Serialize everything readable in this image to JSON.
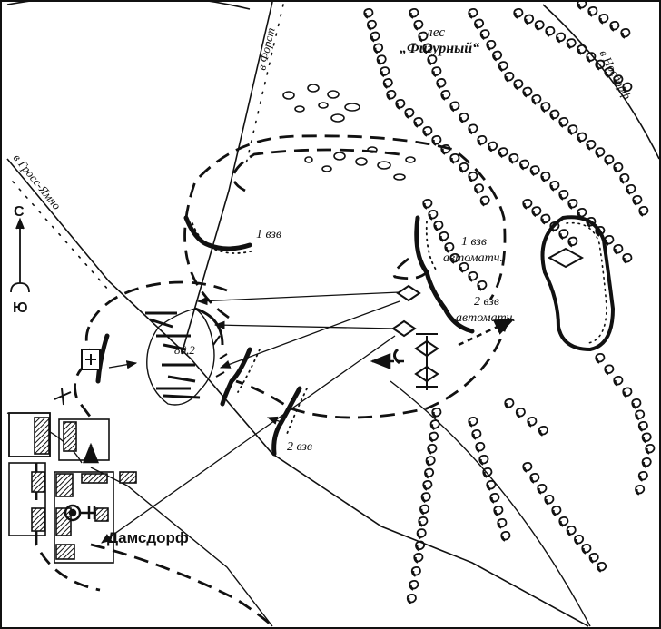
{
  "map": {
    "forest_label_1": "лес",
    "forest_label_2": "„Фигурный“",
    "road_forst": "в Форст",
    "road_gross_jamno": "в Гросс-Ямно",
    "road_nosdorf": "в Носдорф",
    "north_letter": "С",
    "south_letter": "Ю",
    "height_mark": "86,2",
    "village": "Дамсдорф",
    "units": {
      "platoon_1": "1 взв",
      "platoon_1_auto_a": "1 взв",
      "platoon_1_auto_b": "автоматч.",
      "platoon_2_auto_a": "2 взв",
      "platoon_2_auto_b": "автоматч.",
      "platoon_2": "2 взв"
    }
  },
  "colors": {
    "ink": "#111111",
    "paper": "#ffffff"
  },
  "icons": [
    "forest-bush-icon",
    "compass-arrow-icon",
    "tank-icon",
    "hospital-cross-icon",
    "command-post-icon"
  ]
}
